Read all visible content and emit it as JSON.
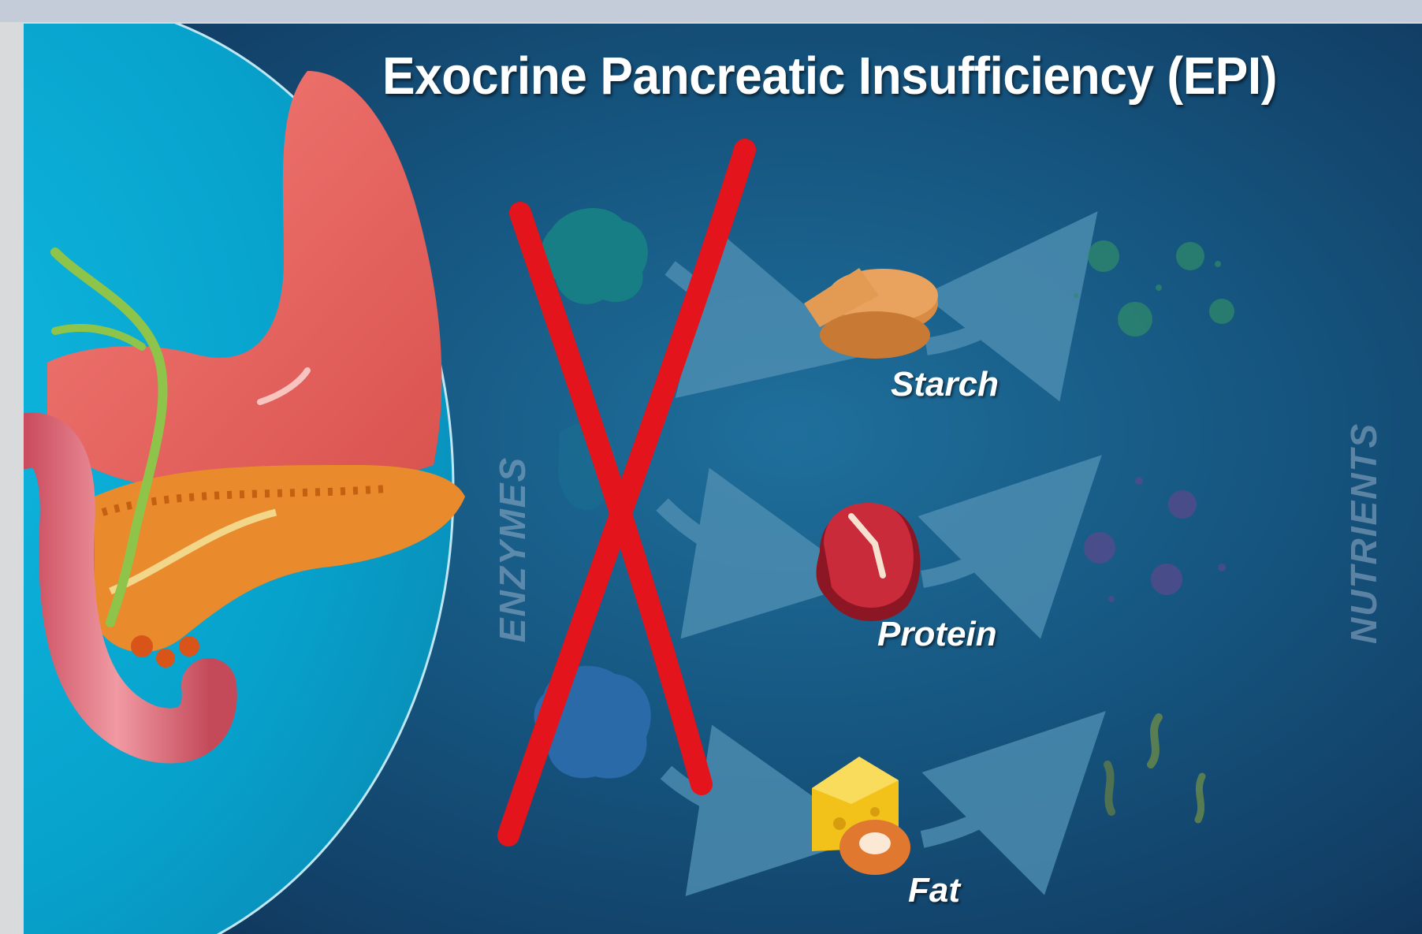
{
  "title": "Exocrine Pancreatic Insufficiency (EPI)",
  "side_labels": {
    "left": "ENZYMES",
    "right": "NUTRIENTS"
  },
  "foods": [
    {
      "label": "Starch",
      "icon": "bread-slices-icon"
    },
    {
      "label": "Protein",
      "icon": "steak-icon"
    },
    {
      "label": "Fat",
      "icon": "cheese-and-donut-icon"
    }
  ],
  "colors": {
    "background": "#15557f",
    "organ_circle": "#0aa6d1",
    "cross_mark": "#e3141b",
    "stomach": "#ee6f6a",
    "pancreas": "#e98b2c"
  }
}
